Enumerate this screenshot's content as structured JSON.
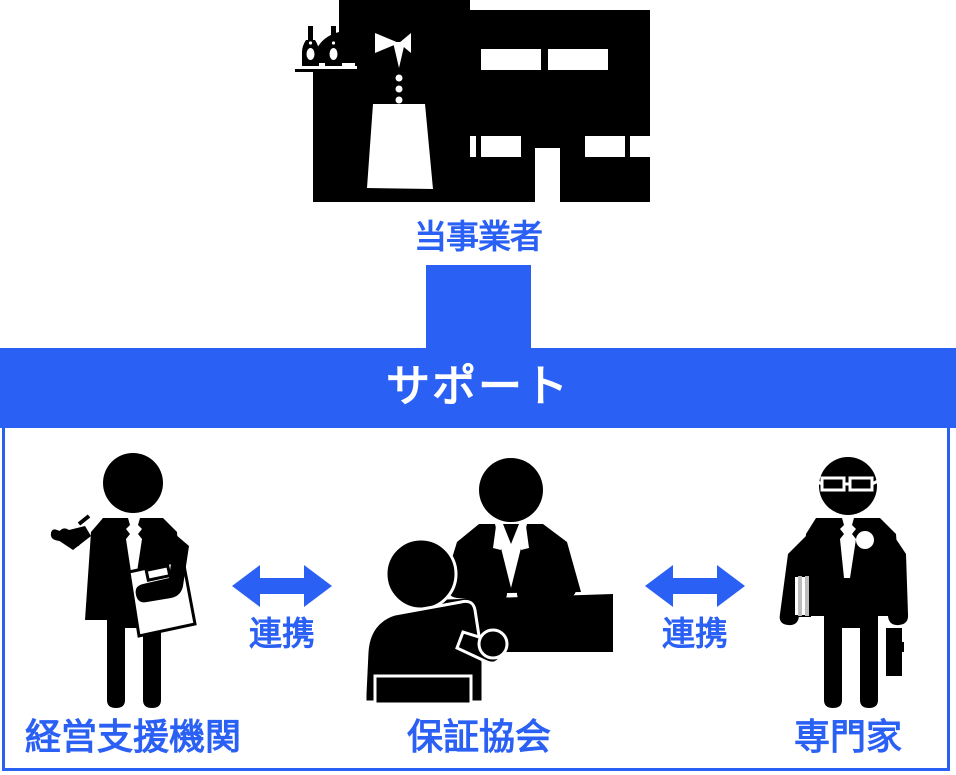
{
  "diagram": {
    "top_entity": {
      "icon": "shop-storefront-with-waiter-icon",
      "connector_label": "当事業者"
    },
    "support_band": {
      "label": "サポート",
      "background_color": "#2B60F5",
      "text_color": "#FFFFFF"
    },
    "actors": [
      {
        "id": "management-support-organization",
        "label": "経営支援機関",
        "icon": "businessperson-with-clipboard-icon"
      },
      {
        "id": "credit-guarantee-association",
        "label": "保証協会",
        "icon": "consultation-desk-two-people-icon"
      },
      {
        "id": "expert",
        "label": "専門家",
        "icon": "expert-with-glasses-books-briefcase-icon"
      }
    ],
    "links": [
      {
        "id": "link-left",
        "label": "連携",
        "icon": "double-headed-arrow-icon"
      },
      {
        "id": "link-right",
        "label": "連携",
        "icon": "double-headed-arrow-icon"
      }
    ],
    "colors": {
      "accent_blue": "#2B60F5",
      "silhouette_black": "#000000",
      "background": "#FFFFFF"
    }
  }
}
